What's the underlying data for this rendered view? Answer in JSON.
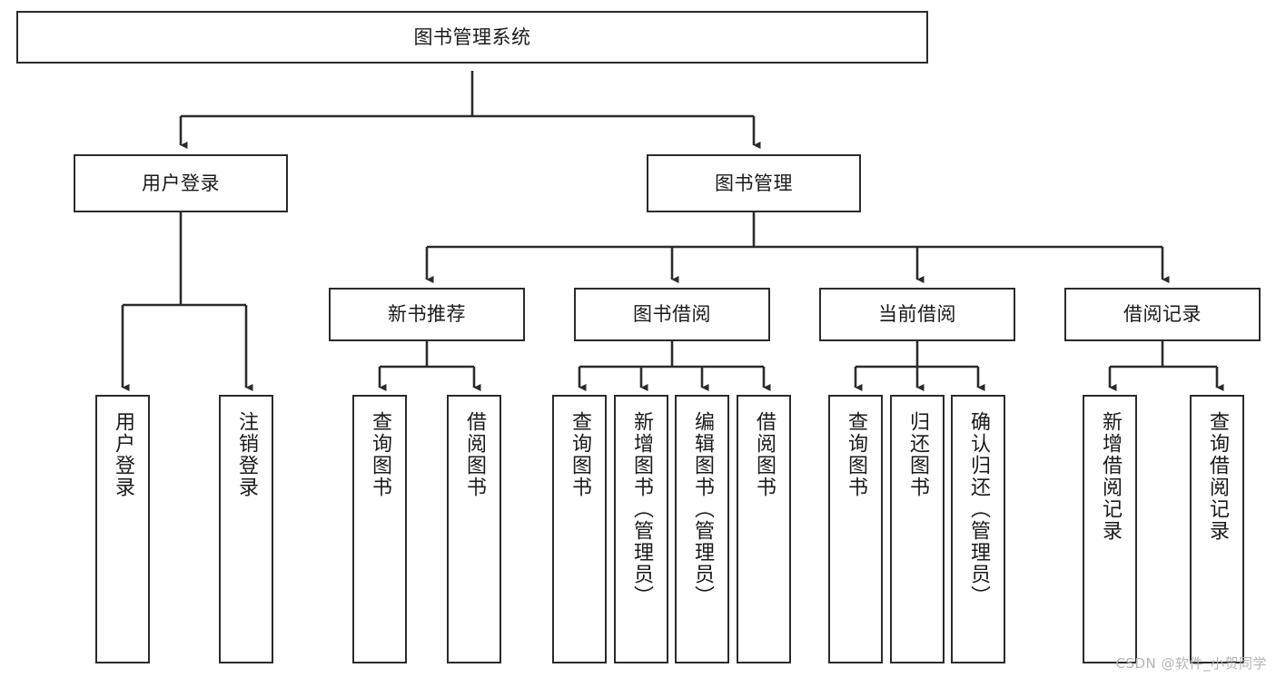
{
  "diagram": {
    "title": "图书管理系统",
    "type": "tree-hierarchy-chart",
    "root": {
      "label": "图书管理系统"
    },
    "level2": [
      {
        "label": "用户登录"
      },
      {
        "label": "图书管理"
      }
    ],
    "level3": [
      {
        "label": "新书推荐"
      },
      {
        "label": "图书借阅"
      },
      {
        "label": "当前借阅"
      },
      {
        "label": "借阅记录"
      }
    ],
    "leaves_user_login": [
      {
        "label": "用户登录"
      },
      {
        "label": "注销登录"
      }
    ],
    "leaves_new_book": [
      {
        "label": "查询图书"
      },
      {
        "label": "借阅图书"
      }
    ],
    "leaves_borrow": [
      {
        "label": "查询图书"
      },
      {
        "label": "新增图书（管理员）"
      },
      {
        "label": "编辑图书（管理员）"
      },
      {
        "label": "借阅图书"
      }
    ],
    "leaves_current": [
      {
        "label": "查询图书"
      },
      {
        "label": "归还图书"
      },
      {
        "label": "确认归还（管理员）"
      }
    ],
    "leaves_record": [
      {
        "label": "新增借阅记录"
      },
      {
        "label": "查询借阅记录"
      }
    ]
  },
  "watermark": {
    "text": "CSDN @软件_小贺同学"
  },
  "colors": {
    "stroke": "#2b2b2b",
    "fill": "#ffffff",
    "text": "#1a1a1a",
    "watermark": "#b4b4b4"
  }
}
